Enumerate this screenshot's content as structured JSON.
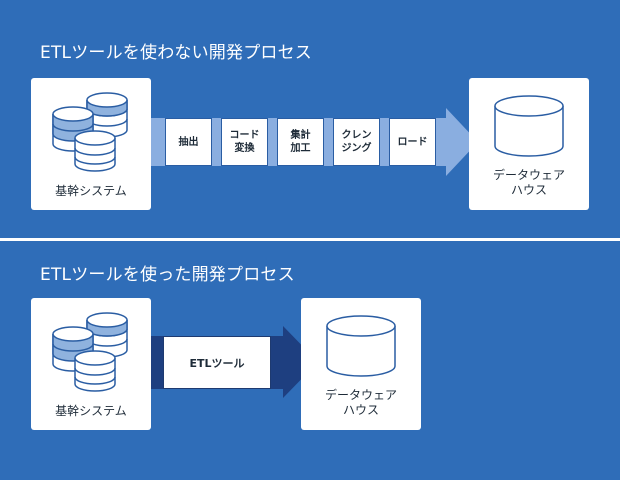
{
  "section1": {
    "title": "ETLツールを使わない開発プロセス",
    "source_label": "基幹システム",
    "steps": [
      "抽出",
      "コード\n変換",
      "集計\n加工",
      "クレン\nジング",
      "ロード"
    ],
    "target_label": "データウェア\nハウス"
  },
  "section2": {
    "title": "ETLツールを使った開発プロセス",
    "source_label": "基幹システム",
    "tool_label": "ETLツール",
    "target_label": "データウェア\nハウス"
  },
  "colors": {
    "background": "#2f6db8",
    "arrow_light": "#8aaee0",
    "arrow_dark": "#1e3f80",
    "cylinder_blue": "#8fb2de",
    "cylinder_outline": "#2a5da3"
  },
  "icons": [
    "database-cluster-icon",
    "data-warehouse-cylinder-icon"
  ]
}
